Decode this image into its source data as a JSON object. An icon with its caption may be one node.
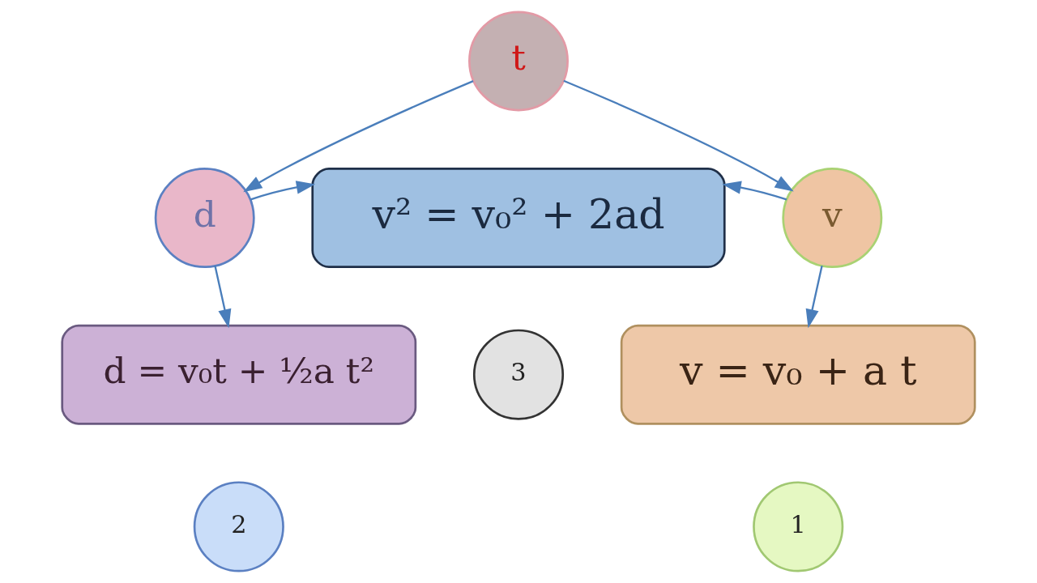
{
  "diagram": {
    "nodes": [
      {
        "text": [
          "t"
        ]
      },
      {
        "text": [
          "d"
        ]
      },
      {
        "text": [
          "v² = v₀² + 2ad"
        ]
      },
      {
        "text": [
          "v"
        ]
      },
      {
        "text": [
          "3"
        ]
      },
      {
        "text": [
          "d = v₀t + ½a t²"
        ]
      },
      {
        "text": [
          "v = v₀ + a t"
        ]
      },
      {
        "text": [
          "2"
        ]
      },
      {
        "text": [
          "1"
        ]
      }
    ],
    "edges": [
      {
        "from": 0,
        "to": 1,
        "arrow": "to"
      },
      {
        "from": 0,
        "to": 3,
        "arrow": "to"
      },
      {
        "from": 1,
        "to": 2,
        "arrow": "to"
      },
      {
        "from": 3,
        "to": 2,
        "arrow": "to"
      },
      {
        "from": 1,
        "to": 5,
        "arrow": "to"
      },
      {
        "from": 3,
        "to": 6,
        "arrow": "to"
      }
    ]
  }
}
